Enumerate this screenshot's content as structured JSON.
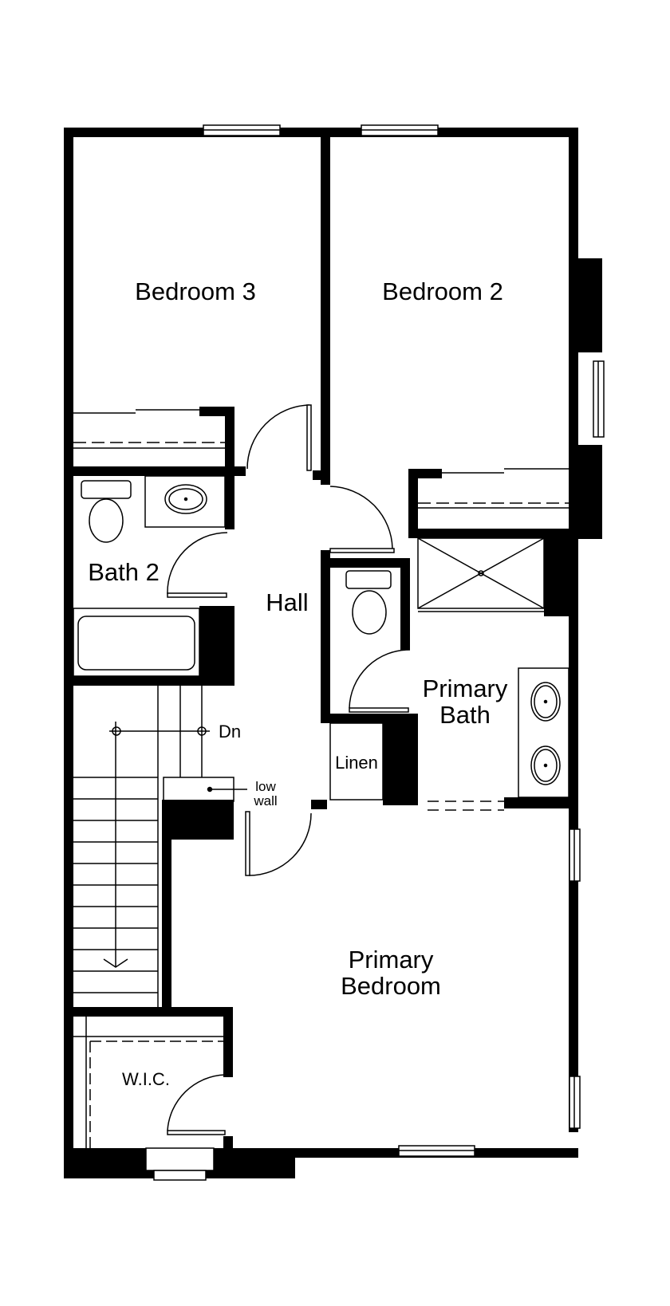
{
  "plan": {
    "wall_color": "#000000",
    "background_color": "#ffffff",
    "rooms": {
      "bedroom3": "Bedroom 3",
      "bedroom2": "Bedroom 2",
      "bath2": "Bath 2",
      "hall": "Hall",
      "primary_bath": "Primary\nBath",
      "linen": "Linen",
      "primary_bedroom": "Primary\nBedroom",
      "wic": "W.I.C."
    },
    "annotations": {
      "stairs_direction": "Dn",
      "low_wall": "low\nwall"
    }
  }
}
